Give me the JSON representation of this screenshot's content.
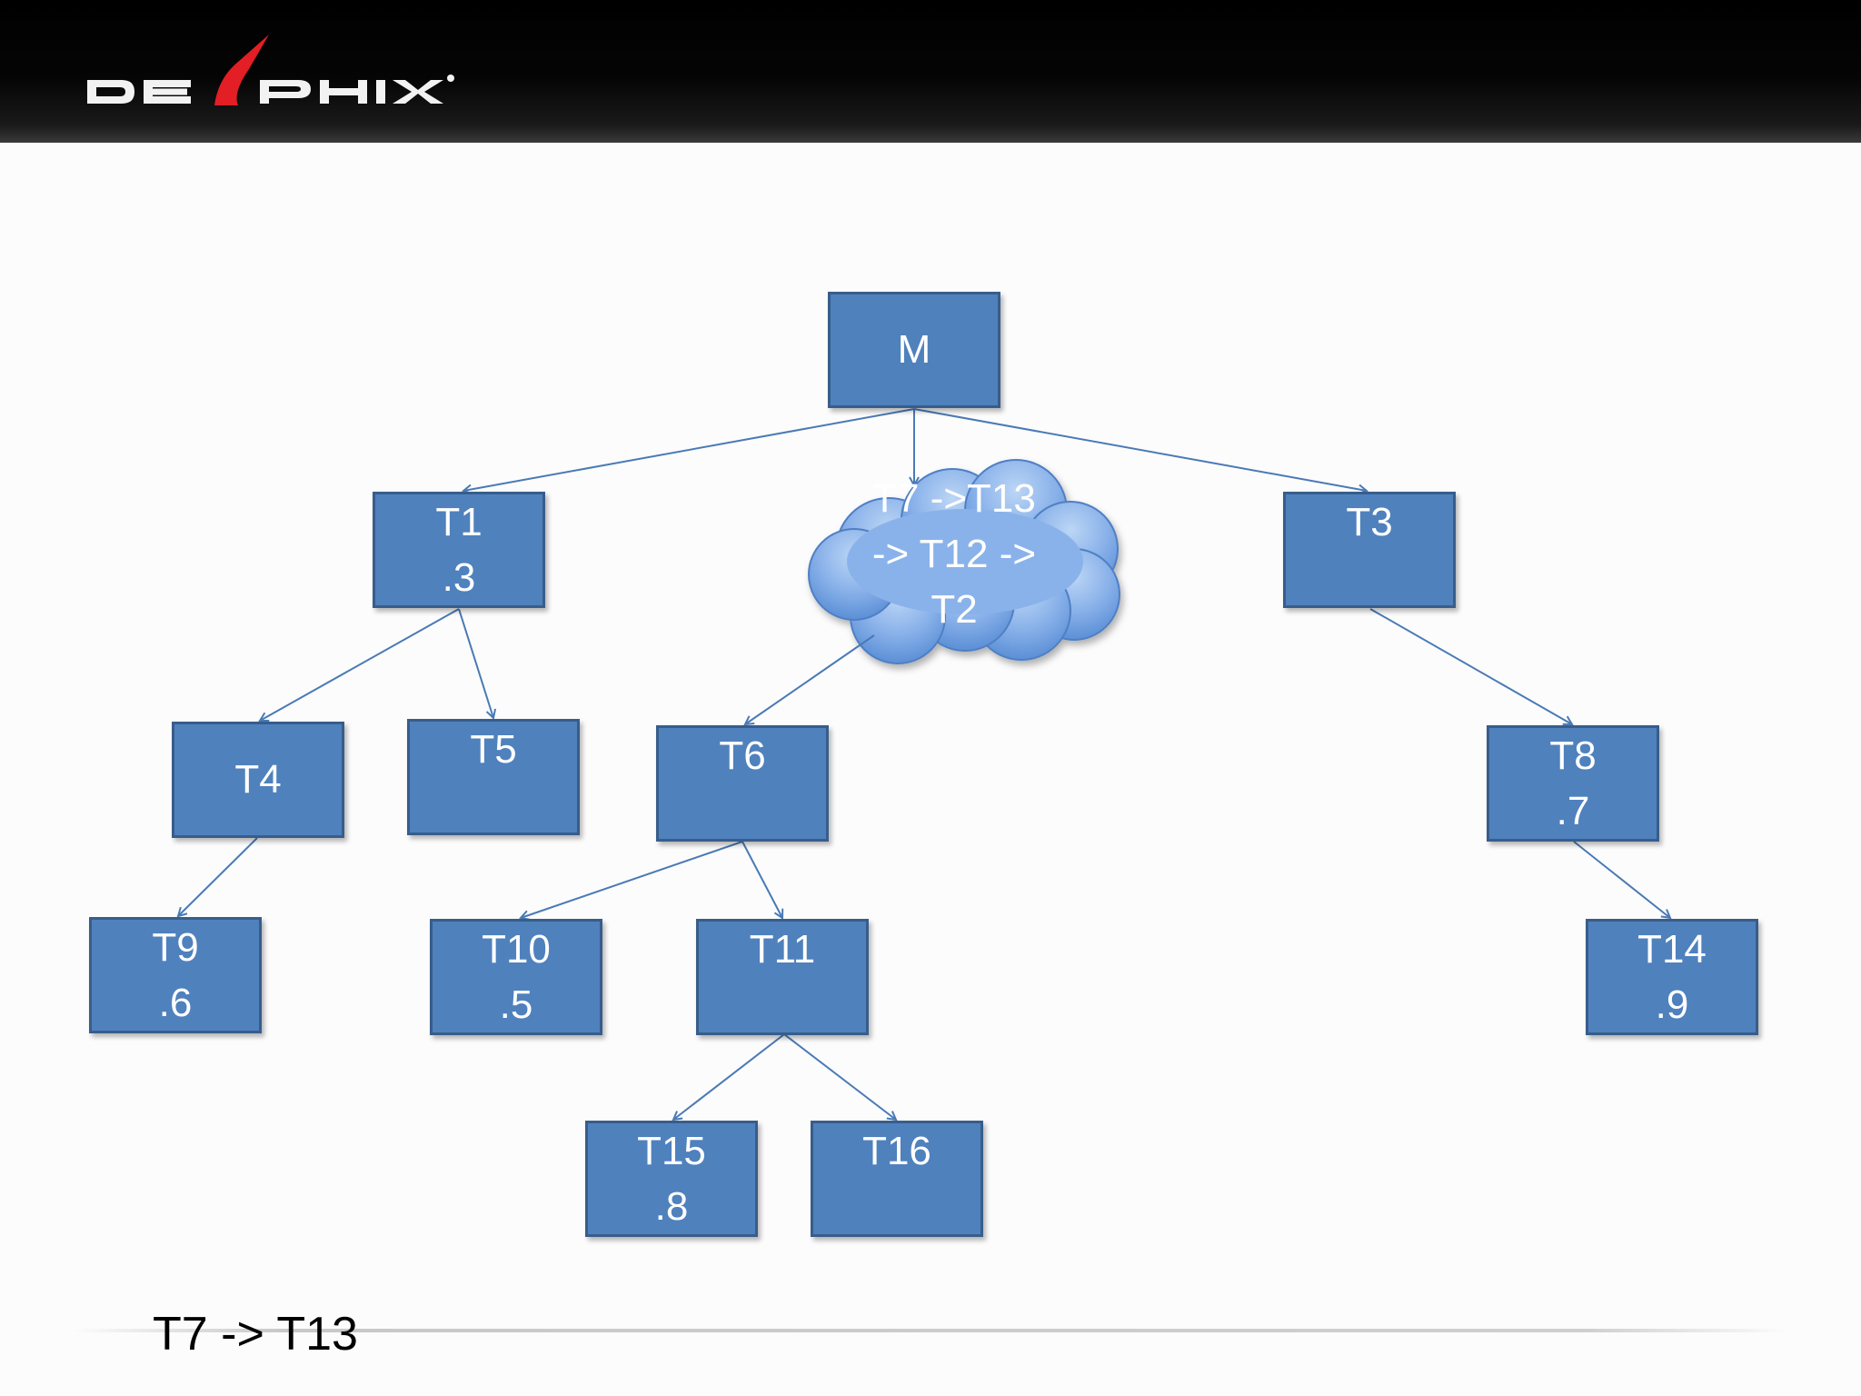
{
  "brand": {
    "logo_text": "DELPHIX",
    "accent_color": "#e31e24"
  },
  "diagram": {
    "root": {
      "label": "M"
    },
    "cloud": {
      "line1": "T7 ->T13",
      "line2": "-> T12 ->",
      "line3": "T2"
    },
    "nodes": {
      "t1": {
        "label": "T1",
        "value": ".3"
      },
      "t3": {
        "label": "T3"
      },
      "t4": {
        "label": "T4"
      },
      "t5": {
        "label": "T5"
      },
      "t6": {
        "label": "T6"
      },
      "t8": {
        "label": "T8",
        "value": ".7"
      },
      "t9": {
        "label": "T9",
        "value": ".6"
      },
      "t10": {
        "label": "T10",
        "value": ".5"
      },
      "t11": {
        "label": "T11"
      },
      "t14": {
        "label": "T14",
        "value": ".9"
      },
      "t15": {
        "label": "T15",
        "value": ".8"
      },
      "t16": {
        "label": "T16"
      }
    },
    "edges": [
      [
        "root",
        "t1"
      ],
      [
        "root",
        "cloud"
      ],
      [
        "root",
        "t3"
      ],
      [
        "t1",
        "t4"
      ],
      [
        "t1",
        "t5"
      ],
      [
        "cloud",
        "t6"
      ],
      [
        "t3",
        "t8"
      ],
      [
        "t4",
        "t9"
      ],
      [
        "t6",
        "t10"
      ],
      [
        "t6",
        "t11"
      ],
      [
        "t8",
        "t14"
      ],
      [
        "t11",
        "t15"
      ],
      [
        "t11",
        "t16"
      ]
    ],
    "colors": {
      "box_fill": "#4f81bd",
      "box_border": "#385d8a",
      "edge": "#4a7ab5",
      "cloud_light": "#b9d3f3",
      "cloud_dark": "#5b8fd6"
    }
  },
  "caption": "T7 -> T13"
}
